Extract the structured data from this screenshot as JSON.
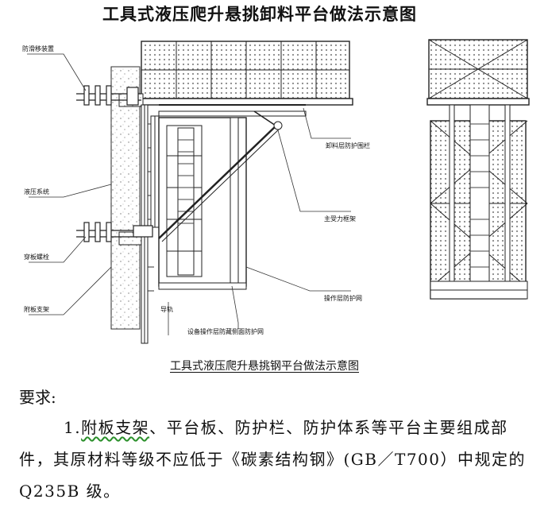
{
  "title": "工具式液压爬升悬挑卸料平台做法示意图",
  "figure": {
    "labels": {
      "anti_slip": "防滑移装置",
      "hydraulic": "液压系统",
      "through_bolt": "穿板螺栓",
      "wall_bracket": "附板支架",
      "guide_rail": "导轨",
      "unload_guard": "卸料层防护围栏",
      "main_frame": "主受力框架",
      "op_net": "操作层防护网",
      "equip_net": "设备操作层防藏侧面防护网"
    }
  },
  "caption": "工具式液压爬升悬挑钢平台做法示意图",
  "requirements": {
    "heading": "要求:",
    "item_number": "1.",
    "item_squiggle": "附板支架",
    "item_rest": "、平台板、防护栏、防护体系等平台主要组成部件，其原材料等级不应低于《碳素结构钢》(GB／T700）中规定的 Q235B 级。"
  }
}
